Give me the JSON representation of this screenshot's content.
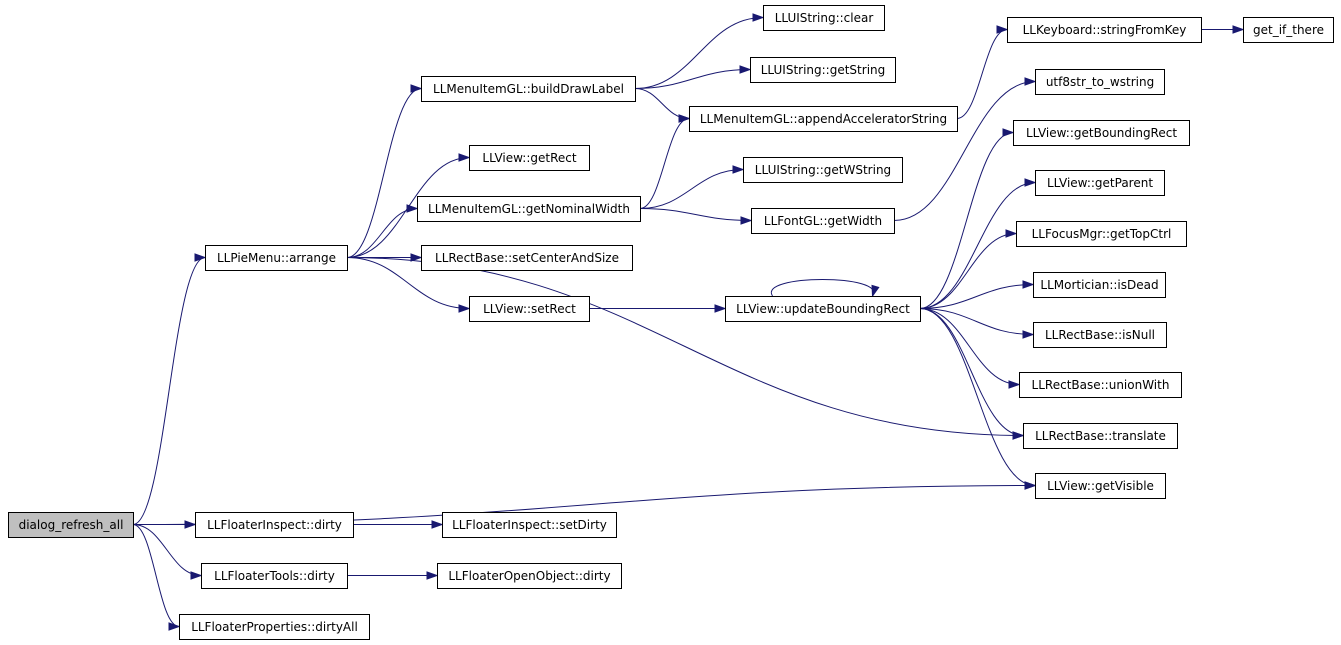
{
  "colors": {
    "edge": "#191970",
    "node_border": "#000000",
    "node_fill": "#ffffff",
    "root_fill": "#bfbfbf",
    "background": "#ffffff"
  },
  "nodes": [
    {
      "id": "dialog_refresh_all",
      "label": "dialog_refresh_all",
      "root": true
    },
    {
      "id": "pie_arrange",
      "label": "LLPieMenu::arrange"
    },
    {
      "id": "menu_build",
      "label": "LLMenuItemGL::buildDrawLabel"
    },
    {
      "id": "view_getrect",
      "label": "LLView::getRect"
    },
    {
      "id": "menu_nominal",
      "label": "LLMenuItemGL::getNominalWidth"
    },
    {
      "id": "rect_setcenter",
      "label": "LLRectBase::setCenterAndSize"
    },
    {
      "id": "view_setrect",
      "label": "LLView::setRect"
    },
    {
      "id": "str_clear",
      "label": "LLUIString::clear"
    },
    {
      "id": "str_getstring",
      "label": "LLUIString::getString"
    },
    {
      "id": "menu_append",
      "label": "LLMenuItemGL::appendAcceleratorString"
    },
    {
      "id": "str_getwstring",
      "label": "LLUIString::getWString"
    },
    {
      "id": "font_width",
      "label": "LLFontGL::getWidth"
    },
    {
      "id": "view_update",
      "label": "LLView::updateBoundingRect"
    },
    {
      "id": "kb_stringfromkey",
      "label": "LLKeyboard::stringFromKey"
    },
    {
      "id": "get_if_there",
      "label": "get_if_there"
    },
    {
      "id": "utf8",
      "label": "utf8str_to_wstring"
    },
    {
      "id": "view_bounding",
      "label": "LLView::getBoundingRect"
    },
    {
      "id": "view_parent",
      "label": "LLView::getParent"
    },
    {
      "id": "focus_top",
      "label": "LLFocusMgr::getTopCtrl"
    },
    {
      "id": "mort_dead",
      "label": "LLMortician::isDead"
    },
    {
      "id": "rect_null",
      "label": "LLRectBase::isNull"
    },
    {
      "id": "rect_union",
      "label": "LLRectBase::unionWith"
    },
    {
      "id": "rect_translate",
      "label": "LLRectBase::translate"
    },
    {
      "id": "view_visible",
      "label": "LLView::getVisible"
    },
    {
      "id": "fi_dirty",
      "label": "LLFloaterInspect::dirty"
    },
    {
      "id": "fi_setdirty",
      "label": "LLFloaterInspect::setDirty"
    },
    {
      "id": "ft_dirty",
      "label": "LLFloaterTools::dirty"
    },
    {
      "id": "foo_dirty",
      "label": "LLFloaterOpenObject::dirty"
    },
    {
      "id": "fp_dirtyall",
      "label": "LLFloaterProperties::dirtyAll"
    }
  ],
  "edges": [
    {
      "from": "dialog_refresh_all",
      "to": "pie_arrange"
    },
    {
      "from": "dialog_refresh_all",
      "to": "view_visible"
    },
    {
      "from": "dialog_refresh_all",
      "to": "fi_dirty"
    },
    {
      "from": "dialog_refresh_all",
      "to": "ft_dirty"
    },
    {
      "from": "dialog_refresh_all",
      "to": "fp_dirtyall"
    },
    {
      "from": "pie_arrange",
      "to": "menu_build"
    },
    {
      "from": "pie_arrange",
      "to": "view_getrect"
    },
    {
      "from": "pie_arrange",
      "to": "menu_nominal"
    },
    {
      "from": "pie_arrange",
      "to": "rect_setcenter"
    },
    {
      "from": "pie_arrange",
      "to": "view_setrect"
    },
    {
      "from": "pie_arrange",
      "to": "rect_translate"
    },
    {
      "from": "menu_build",
      "to": "str_clear"
    },
    {
      "from": "menu_build",
      "to": "str_getstring"
    },
    {
      "from": "menu_build",
      "to": "menu_append"
    },
    {
      "from": "menu_nominal",
      "to": "menu_append"
    },
    {
      "from": "menu_nominal",
      "to": "str_getwstring"
    },
    {
      "from": "menu_nominal",
      "to": "font_width"
    },
    {
      "from": "menu_append",
      "to": "kb_stringfromkey"
    },
    {
      "from": "kb_stringfromkey",
      "to": "get_if_there"
    },
    {
      "from": "font_width",
      "to": "utf8"
    },
    {
      "from": "view_setrect",
      "to": "view_update"
    },
    {
      "from": "view_update",
      "to": "view_update"
    },
    {
      "from": "view_update",
      "to": "view_bounding"
    },
    {
      "from": "view_update",
      "to": "view_parent"
    },
    {
      "from": "view_update",
      "to": "focus_top"
    },
    {
      "from": "view_update",
      "to": "mort_dead"
    },
    {
      "from": "view_update",
      "to": "rect_null"
    },
    {
      "from": "view_update",
      "to": "rect_union"
    },
    {
      "from": "view_update",
      "to": "rect_translate"
    },
    {
      "from": "view_update",
      "to": "view_visible"
    },
    {
      "from": "fi_dirty",
      "to": "fi_setdirty"
    },
    {
      "from": "ft_dirty",
      "to": "foo_dirty"
    }
  ]
}
